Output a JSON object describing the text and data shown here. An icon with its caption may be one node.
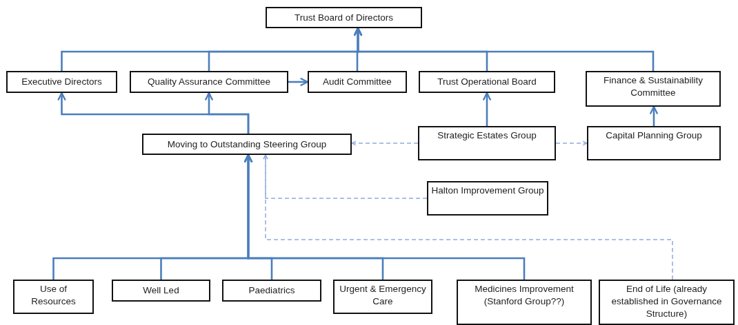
{
  "diagram": {
    "nodes": [
      {
        "text": [
          "Trust Board of Directors"
        ]
      },
      {
        "text": [
          "Executive Directors"
        ]
      },
      {
        "text": [
          "Quality Assurance Committee"
        ]
      },
      {
        "text": [
          "Audit Committee"
        ]
      },
      {
        "text": [
          "Trust Operational Board"
        ]
      },
      {
        "text": [
          "Finance & Sustainability Committee"
        ]
      },
      {
        "text": [
          "Moving to Outstanding Steering Group"
        ]
      },
      {
        "text": [
          "Strategic Estates Group"
        ]
      },
      {
        "text": [
          "Capital Planning Group"
        ]
      },
      {
        "text": [
          "Halton Improvement Group"
        ]
      },
      {
        "text": [
          "Use of Resources"
        ]
      },
      {
        "text": [
          "Well Led"
        ]
      },
      {
        "text": [
          "Paediatrics"
        ]
      },
      {
        "text": [
          "Urgent & Emergency Care"
        ]
      },
      {
        "text": [
          "Medicines Improvement (Stanford Group??)"
        ]
      },
      {
        "text": [
          "End of Life (already established in Governance Structure)"
        ]
      }
    ],
    "edges": [
      {
        "from": 1,
        "to": 0,
        "arrow": "to"
      },
      {
        "from": 2,
        "to": 0,
        "arrow": "to"
      },
      {
        "from": 3,
        "to": 0,
        "arrow": "to"
      },
      {
        "from": 4,
        "to": 0,
        "arrow": "to"
      },
      {
        "from": 5,
        "to": 0,
        "arrow": "to"
      },
      {
        "from": 2,
        "to": 3,
        "arrow": "to"
      },
      {
        "from": 6,
        "to": 1,
        "arrow": "to"
      },
      {
        "from": 6,
        "to": 2,
        "arrow": "to"
      },
      {
        "from": 7,
        "to": 4,
        "arrow": "to"
      },
      {
        "from": 8,
        "to": 5,
        "arrow": "to"
      },
      {
        "from": 7,
        "to": 6,
        "arrow": "to",
        "style": "dashed",
        "color": "#8eaadb"
      },
      {
        "from": 7,
        "to": 8,
        "arrow": "to",
        "style": "dashed",
        "color": "#8eaadb"
      },
      {
        "from": 9,
        "to": 6,
        "arrow": "to",
        "style": "dashed",
        "color": "#8eaadb"
      },
      {
        "from": 15,
        "to": 6,
        "arrow": "to",
        "style": "dashed",
        "color": "#8eaadb"
      },
      {
        "from": 10,
        "to": 6,
        "arrow": "to"
      },
      {
        "from": 11,
        "to": 6,
        "arrow": "to"
      },
      {
        "from": 12,
        "to": 6,
        "arrow": "to"
      },
      {
        "from": 13,
        "to": 6,
        "arrow": "to"
      },
      {
        "from": 14,
        "to": 6,
        "arrow": "to"
      }
    ]
  }
}
